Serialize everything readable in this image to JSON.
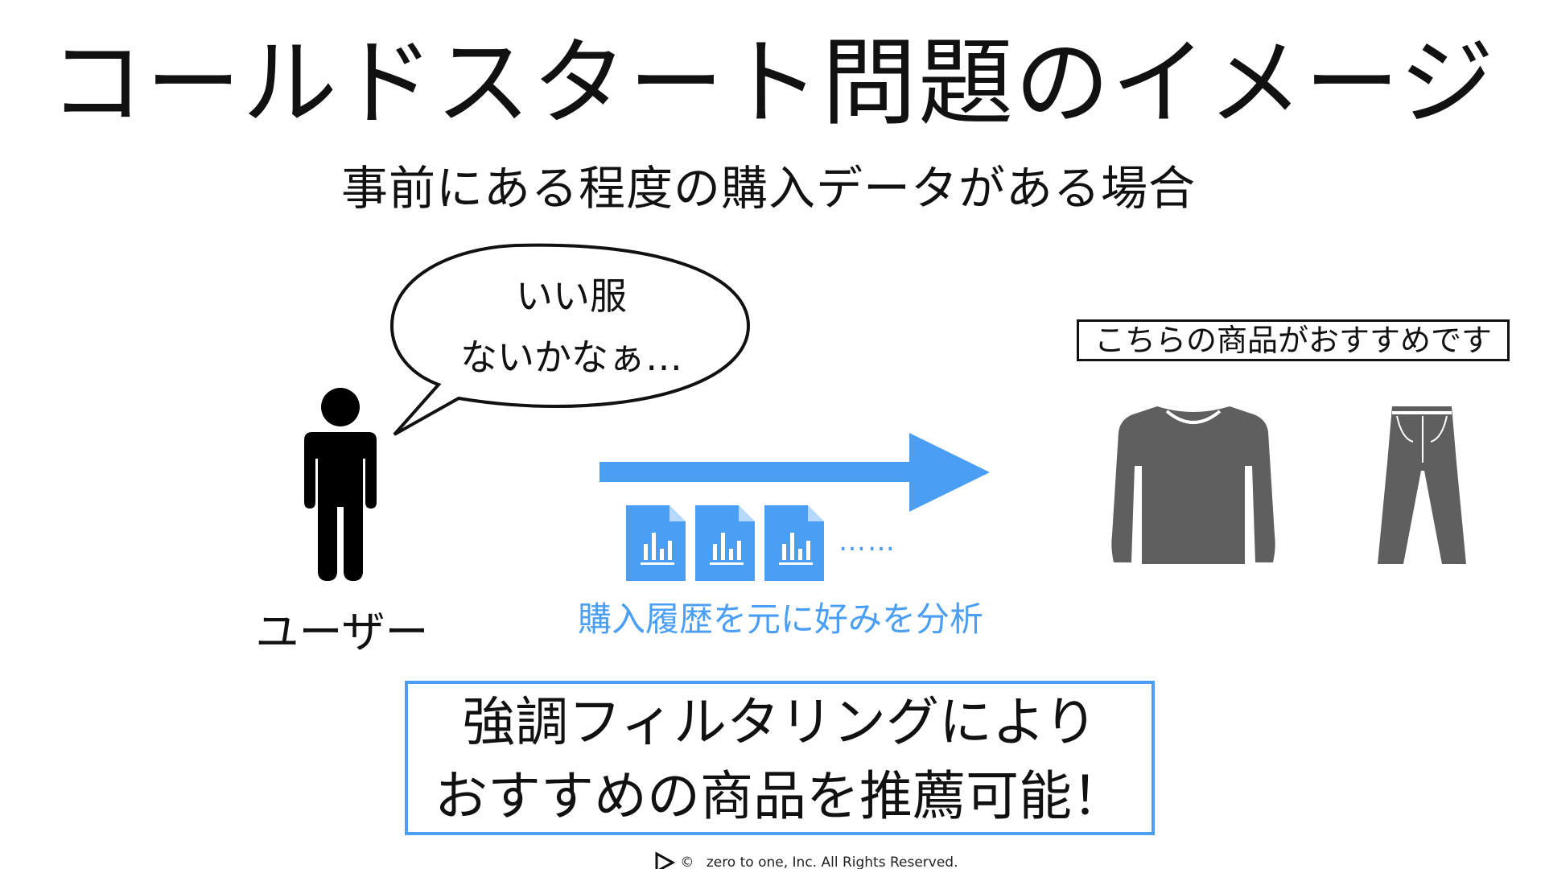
{
  "title": "コールドスタート問題のイメージ",
  "subtitle": "事前にある程度の購入データがある場合",
  "speech_bubble": {
    "lines": [
      "いい服",
      "ないかなぁ…"
    ]
  },
  "user_label": "ユーザー",
  "analysis_label": "購入履歴を元に好みを分析",
  "ellipsis": "……",
  "recommendation_label": "こちらの商品がおすすめです",
  "result": {
    "lines": [
      "強調フィルタリングにより",
      "おすすめの商品を推薦可能！"
    ]
  },
  "footer": {
    "copyright_symbol": "©",
    "text": "zero to one, Inc. All Rights Reserved."
  },
  "icons": [
    "person-icon",
    "speech-bubble-icon",
    "arrow-right-icon",
    "data-document-icon",
    "sweater-icon",
    "pants-icon",
    "play-logo-icon"
  ],
  "colors": {
    "accent_blue": "#4a9ff5",
    "text": "#111111",
    "clothing_gray": "#5f5f5f"
  }
}
